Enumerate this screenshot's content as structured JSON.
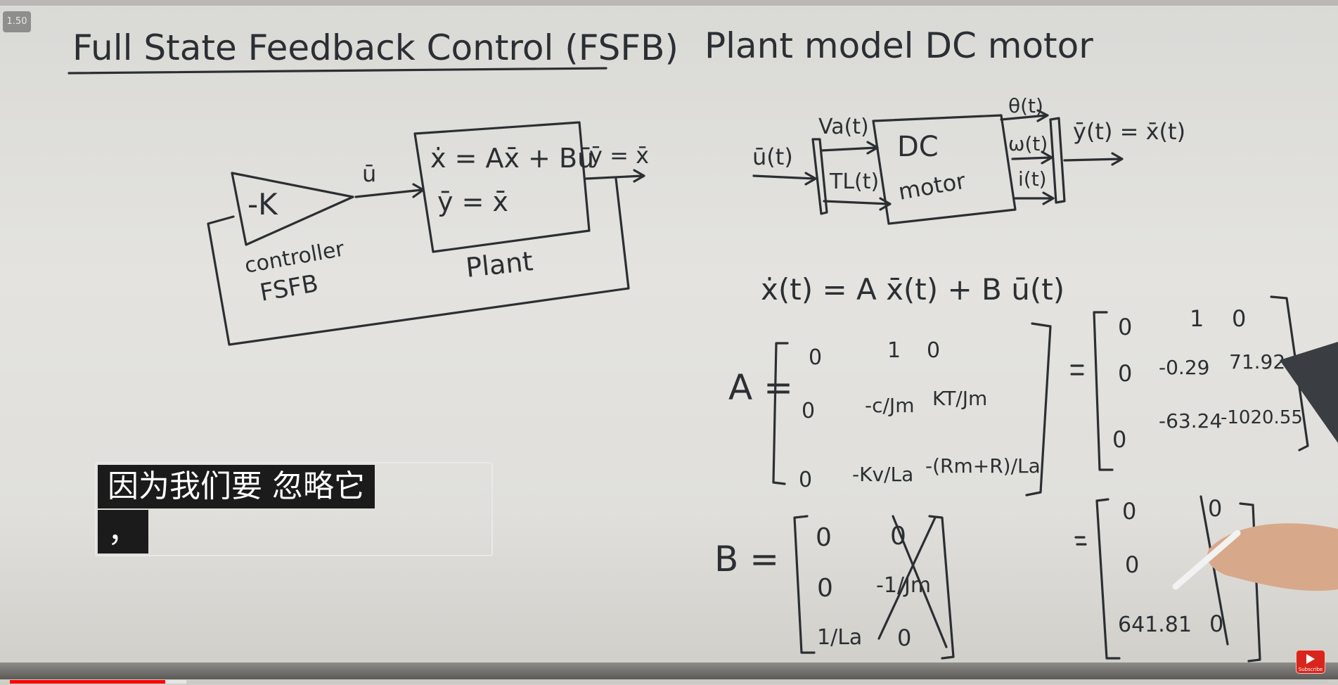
{
  "player": {
    "speed_badge": "1.50",
    "progress": {
      "played_fraction": 0.118,
      "buffered_fraction": 0.134
    },
    "subscribe_label": "Subscribe",
    "accent": "#ff0000"
  },
  "captions": {
    "line1": "因为我们要 忽略它",
    "line2": "，"
  },
  "whiteboard": {
    "left": {
      "title": "Full State Feedback Control (FSFB)",
      "controller_gain": "-K",
      "controller_label": "controller",
      "controller_sub": "FSFB",
      "signal_u": "ū",
      "plant_eq1": "ẋ = Ax̄ + Bū",
      "plant_eq2": "ȳ = x̄",
      "plant_label": "Plant",
      "output": "ȳ = x̄"
    },
    "right": {
      "title": "Plant model DC motor",
      "input": "ū(t)",
      "va": "Va(t)",
      "tl": "TL(t)",
      "dc": "DC",
      "motor": "motor",
      "theta": "θ(t)",
      "omega": "ω(t)",
      "current": "i(t)",
      "output": "ȳ(t) = x̄(t)",
      "state_eq": "ẋ(t) = A x̄(t) + B ū(t)",
      "a_label": "A =",
      "a_symbolic": [
        "0",
        "1",
        "0",
        "0",
        "-c/Jm",
        "KT/Jm",
        "0",
        "-Kv/La",
        "-(Rm+R)/La"
      ],
      "a_numeric": [
        "0",
        "1",
        "0",
        "0",
        "-0.29",
        "71.92",
        "0",
        "-63.24",
        "-1020.55"
      ],
      "b_label": "B =",
      "b_symbolic": [
        "0",
        "0",
        "0",
        "-1/Jm",
        "1/La",
        "0"
      ],
      "b_numeric": [
        "0",
        "0",
        "0",
        "",
        "641.81",
        "0"
      ]
    }
  }
}
